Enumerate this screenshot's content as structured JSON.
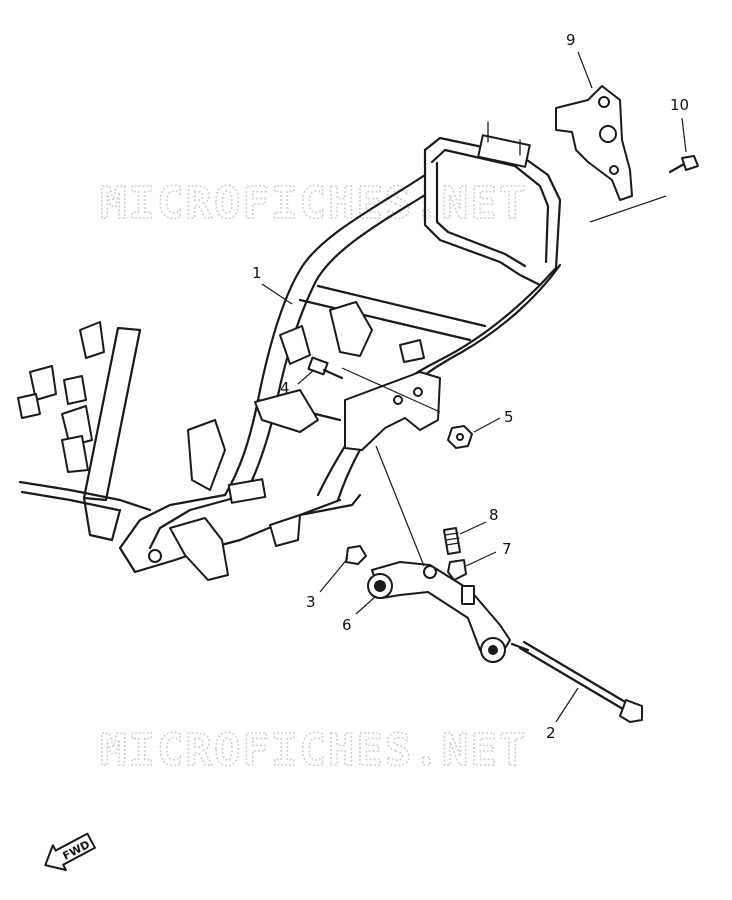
{
  "watermarks": [
    "MICROFICHES.NET",
    "MICROFICHES.NET"
  ],
  "callouts": [
    "1",
    "2",
    "3",
    "4",
    "5",
    "6",
    "7",
    "8",
    "9",
    "10"
  ],
  "fwd_label": "FWD"
}
